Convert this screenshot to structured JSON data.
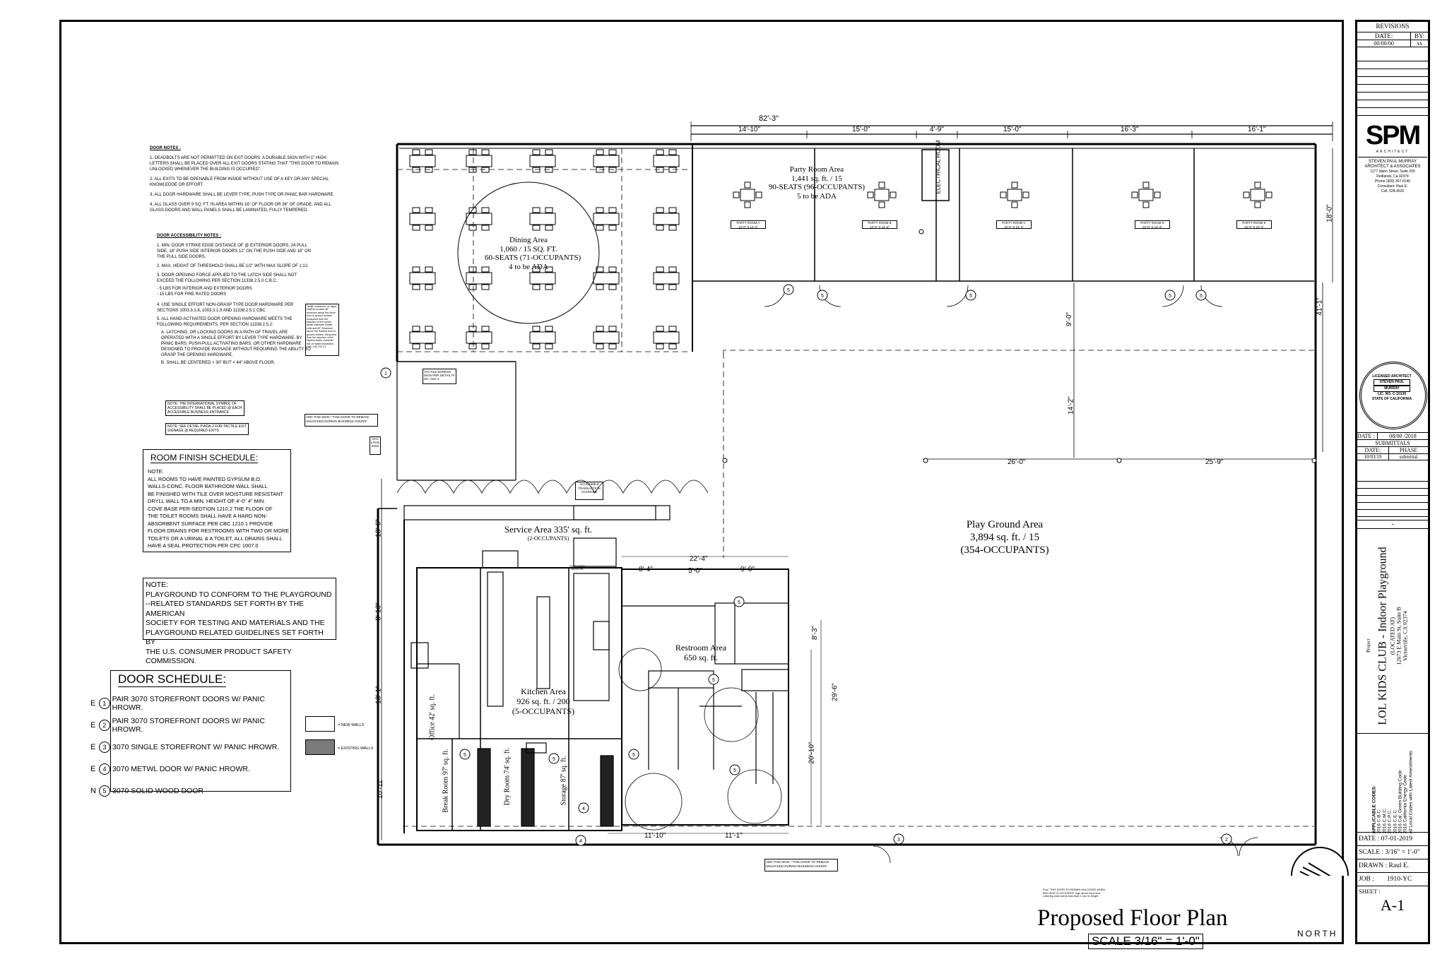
{
  "door_notes": {
    "title": "DOOR NOTES :",
    "items": [
      "1.   DEADBOLTS ARE NOT PERMITTED ON EXIT DOORS. A DURABLE SIGN WITH 1\" HIGH LETTERS SHALL BE PLACED OVER ALL EXIT DOORS STATING THAT \"THIS DOOR TO REMAIN UNLOCKED WHENEVER THE BUILDING IS OCCUPIED\".",
      "2.   ALL EXITS TO BE OPENABLE FROM INSIDE WITHOUT USE OF A KEY OR ANY SPECIAL KNOWLEDGE OR EFFORT.",
      "3.   ALL DOOR HARDWARE SHALL BE LEVER TYPE, PUSH TYPE OR PANIC BAR HARDWARE.",
      "4.   ALL GLASS OVER 9 SQ. FT. IN AREA WITHIN 18\" OF FLOOR OR 36\" OF GRADE, AND ALL GLASS DOORS AND WALL PANELS SHALL BE LAMINATED, FULLY TEMPERED."
    ]
  },
  "door_access_notes": {
    "title": "DOOR ACCESSIBILITY NOTES :",
    "items": [
      "1.   MIN. DOOR STRIKE EDGE DISTANCE OF @ EXTERIOR DOORS, 24 PULL SIDE, 18\" PUSH SIDE INTERIOR DOORS 12\" ON THE PUSH SIDE AND 18\" ON THE PULL SIDE DOORS.",
      "2.   MAX. HEIGHT OF THRESHOLD SHALL BE 1/2\" WITH MAX SLOPE OF 1:12.",
      "3.   DOOR OPENING FORCE APPLIED TO THE LATCH SIDE SHALL NOT EXCEED THE FOLLOWING PER SECTION 11338.2.5.0 C.B.C.:",
      "     -   5 LBS FOR INTERIOR AND EXTERIOR DOORS",
      "     -   15 LBS FOR FIRE RATED DOORS",
      "4.   USE SINGLE EFFORT NON-GRASP TYPE DOOR HARDWARE PER SECTIONS 1003.3.1.8, 1003.3.1.9 AND 11338.2.5.1 CBC",
      "5.   ALL HAND-ACTIVATED DOOR OPENING HARDWARE MEETS THE FOLLOWING REQUIREMENTS, PER SECTION 11338.2.5.2:",
      "     A.   LATCHING, OR LOCKING DOORS IN A PATH OF TRAVEL ARE OPERATED WITH A SINGLE EFFORT BY LEVER TYPE HARDWARE, BY PANIC BARS, PUSH-PULL ACTIVATING BARS, OR OTHER HARDWARE DESIGNED TO PROVIDE PASSAGE WITHOUT REQUIRING THE ABILITY TO GRASP THE OPENING HARDWARE.",
      "     B.   SHALL BE CENTERED > 30\" BUT < 44\" ABOVE FLOOR."
    ]
  },
  "small_notes": {
    "symbol": "NOTE: THE INTERNATIONAL SYMBOL OF ACCESSIBILITY SHALL BE PLACED @ EACH ACCESSIBLE BUSINESS ENTRANCE",
    "tactile": "NOTE: SEE DETAIL P/ADA-2 FOR TACTILE EXIT SIGNAGE @ REQUIRED EXITS",
    "tactile_chars": "Tactile characters on signs shall be located 48\" minimum above the finish floor or ground surface, measured from the baseline of the lowest tactile character Braille cells and 60\" Maximum above the finished floor or ground surface, Measured from the baseline of the highest tactile character line of raised characters CBC 11B-703.4.1",
    "tactile_egress": "TACTILE EGRESS SIGN PER DETAIL P/ SH. ADA-1",
    "add_sign_1": "ADD THIS SIGN--\"THIS DOOR TO REMAIN UNLOCKED DURING BUSINESS HOURS\"",
    "add_sign_2": "ADD THIS SIGN--\"THIS DOOR TO REMAIN UNLOCKED DURING BUSINESS HOURS\"",
    "occ_load": "OCC LOAD SIGN",
    "post_sign": "Post \"THIS DOOR TO REMAIN UNLOCKED WHEN BUILDING IS OCCUPIED\" sign above front door. Lettering shall not be less than 1 inch in height."
  },
  "room_finish": {
    "title": "ROOM FINISH SCHEDULE:",
    "lines": [
      "NOTE:",
      "ALL ROOMS TO HAVE    PAINTED GYPSUM B.O.",
      "WALLS-CONC. FLOOR BATHROOM WALL SHALL",
      "BE FINISHED WITH TILE OVER MOISTURE RESISTANT",
      "DRYLL WALL TO A MIN. HEIGHT OF 4'-0\" 4\" MIN.",
      "COVE BASE PER-SEDTION 1210.2 THE FLOOR OF",
      "THE TOILET ROOMS SHALL HAVE A HARD NON-",
      "ABSORBENT SURFACE PER CBC 1210.1 PROVIDE",
      "FLOOR DRAINS FOR RESTROOMS WITH TWO OR MORE",
      "TOILETS OR A URINAL & A TOILET, ALL DRAINS SHALL",
      "HAVE A SEAL PROTECTION PER CPC 1007.0"
    ]
  },
  "playground_note": {
    "lines": [
      "NOTE:",
      "PLAYGROUND TO CONFORM TO THE PLAYGROUND",
      "--RELATED STANDARDS SET FORTH BY THE AMERICAN",
      "SOCIETY FOR TESTING AND MATERIALS AND THE",
      "PLAYGROUND RELATED GUIDELINES SET FORTH BY",
      "THE U.S. CONSUMER PRODUCT SAFETY COMMISSION."
    ]
  },
  "door_schedule": {
    "title": "DOOR SCHEDULE:",
    "rows": [
      {
        "prefix": "E",
        "num": "1",
        "text": "PAIR 3070 STOREFRONT DOORS W/ PANIC HROWR."
      },
      {
        "prefix": "E",
        "num": "2",
        "text": "PAIR 3070 STOREFRONT DOORS W/ PANIC HROWR."
      },
      {
        "prefix": "E",
        "num": "3",
        "text": "3070 SINGLE STOREFRONT W/ PANIC HROWR."
      },
      {
        "prefix": "E",
        "num": "4",
        "text": "3070 METWL DOOR W/ PANIC HROWR."
      },
      {
        "prefix": "N",
        "num": "5",
        "text": "3070 SOLID WOOD DOOR"
      }
    ]
  },
  "legend": {
    "new": "= NEW WALLS",
    "existing": "= EXISTING WALLS"
  },
  "rooms": {
    "dining": [
      "Dining Area",
      "1,060 / 15 SQ. FT.",
      "60-SEATS (71-OCCUPANTS)",
      "4 to be ADA"
    ],
    "party": [
      "Party Room Area",
      "1,441 sq. ft. / 15",
      "90-SEATS (96-OCCUPANTS)",
      "5 to be ADA"
    ],
    "play": [
      "Play Ground Area",
      "3,894 sq. ft. / 15",
      "(354-OCCUPANTS)"
    ],
    "service": [
      "Service Area 335' sq. ft.",
      "(2-OCCUPANTS)"
    ],
    "restroom": [
      "Restroom Area",
      "650 sq. ft."
    ],
    "kitchen": [
      "Kitchen Area",
      "926 sq. ft. / 200",
      "(5-OCCUPANTS)"
    ],
    "office": "Office 42' sq. ft.",
    "break": "Break Room 97' sq. ft.",
    "dry": "Dry Room 74' sq. ft.",
    "storage": "Storage 87' sq. ft.",
    "electrical": "ELECTRICAL ROOM",
    "party_rooms": [
      "PARTY ROOM  A",
      "PARTY ROOM  B",
      "PARTY ROOM  C",
      "PARTY ROOM  D",
      "PARTY ROOM  E"
    ],
    "party_sizes": [
      "12'-0\" X 14'-4\"",
      "12'-0\" X 14'-4\"",
      "12'-0\" X 14'-4\"",
      "12'-0\" X 14'-4\"",
      "12'-0\" X 14'-4\""
    ],
    "counter": "ACCESSIBLE TRANSACTION COUNTER",
    "passthru": "PASS-THRU WINDOW"
  },
  "dimensions": {
    "overall": "82'-3\"",
    "top": [
      "14'-10\"",
      "15'-0\"",
      "4'-9\"",
      "15'-0\"",
      "16'-3\"",
      "16'-1\""
    ],
    "right": [
      "18'-0\"",
      "41'-1\"",
      "9'-0\"",
      "14'-2\""
    ],
    "play_horiz": [
      "26'-0\"",
      "25'-9\""
    ],
    "left": [
      "13'-6\"",
      "8'-10\"",
      "13'-1\"",
      "10'-11\""
    ],
    "inner": [
      "22'-4\"",
      "8'-4\"",
      "5'-0\"",
      "9'-0\"",
      "8'-3\"",
      "29'-6\"",
      "20'-10\"",
      "11'-10\"",
      "11'-1\""
    ]
  },
  "title_main": "Proposed Floor Plan",
  "scale_label": "SCALE 3/16\" = 1'-0\"",
  "north": "NORTH",
  "title_block": {
    "revisions": "REVISIONS",
    "date_h": "DATE:",
    "by_h": "BY:",
    "rev_date": "00/00/00",
    "rev_by": "xx",
    "logo": "SPM",
    "architect": "ARCHITECT",
    "firm": [
      "STEVEN PAUL MURRAY",
      "ARCHITECT & ASSOCIATES",
      "1177 Idaho Street, Suite 200",
      "Redlands, Ca 92374",
      "Phone (909) 307-0146",
      "Consultant: Raul E.",
      "Cell: 528-4620"
    ],
    "stamp": [
      "LICENSED ARCHITECT",
      "STEVEN PAUL",
      "MURRAY",
      "LIC. NO. C-10130",
      "STATE OF CALIFORNIA"
    ],
    "stamp_date_label": "DATE :",
    "stamp_date": "08/00 /2018",
    "submittals": "SUBMITTALS",
    "sub_date_h": "DATE:",
    "sub_phase_h": "PHASE",
    "sub_date": "10/03/19",
    "sub_phase": "submittal",
    "dash": "-",
    "project_label": "Project",
    "project": "LOL KIDS CLUB - Indoor Playground",
    "located": "(LOCATED AT)",
    "addr1": "12673 E Main St, Suite B",
    "addr2": "Victorville, CA 92374",
    "codes": [
      "APPLICABLE CODES:",
      "2016 C.B.C.",
      "2016 C.M.C.",
      "2016 C.P.C.",
      "2016 C.E.C.",
      "2016 Cal. Green Building Code",
      "2016 California Energy Code",
      "All Local Codes with Latest Amendments"
    ],
    "date": "DATE : 07-01-2019",
    "scale": "SCALE : 3/16\" = 1'-0\"",
    "drawn": "DRAWN : Raul E.",
    "job_label": "JOB :",
    "job": "1910-YC",
    "sheet_label": "SHEET :",
    "sheet": "A-1"
  }
}
